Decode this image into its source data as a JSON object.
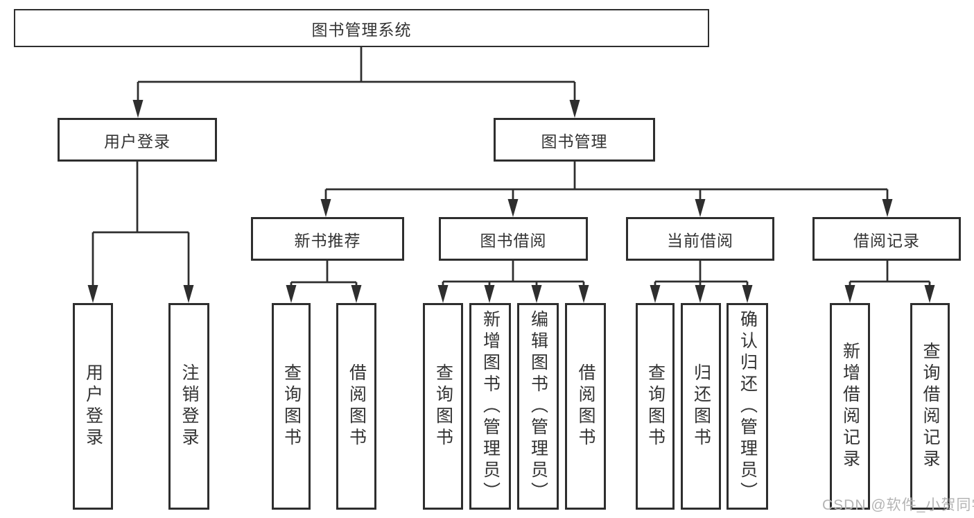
{
  "colors": {
    "line": "#2e2e2e",
    "text": "#333333",
    "box_background": "#ffffff",
    "page_background": "#ffffff",
    "watermark": "#b4b4b4"
  },
  "watermark": "CSDN @软件_小贺同学",
  "tree": {
    "label": "图书管理系统",
    "children": [
      {
        "label": "用户登录",
        "children": [
          {
            "label": "用户登录"
          },
          {
            "label": "注销登录"
          }
        ]
      },
      {
        "label": "图书管理",
        "children": [
          {
            "label": "新书推荐",
            "children": [
              {
                "label": "查询图书"
              },
              {
                "label": "借阅图书"
              }
            ]
          },
          {
            "label": "图书借阅",
            "children": [
              {
                "label": "查询图书"
              },
              {
                "label": "新增图书（管理员）"
              },
              {
                "label": "编辑图书（管理员）"
              },
              {
                "label": "借阅图书"
              }
            ]
          },
          {
            "label": "当前借阅",
            "children": [
              {
                "label": "查询图书"
              },
              {
                "label": "归还图书"
              },
              {
                "label": "确认归还（管理员）"
              }
            ]
          },
          {
            "label": "借阅记录",
            "children": [
              {
                "label": "新增借阅记录"
              },
              {
                "label": "查询借阅记录"
              }
            ]
          }
        ]
      }
    ]
  }
}
